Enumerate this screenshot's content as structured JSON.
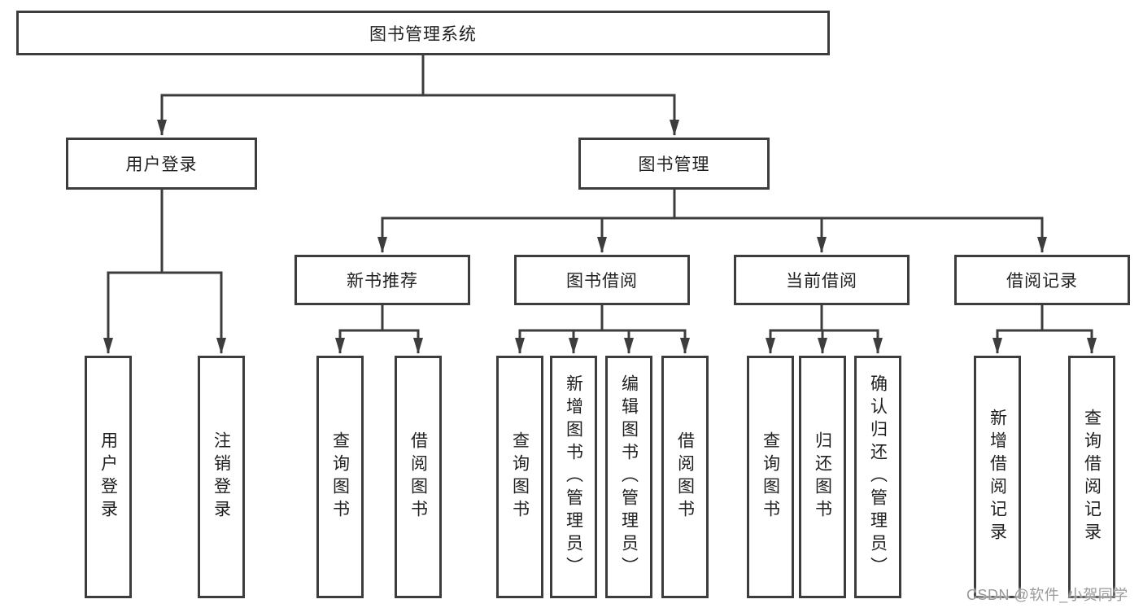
{
  "diagram": {
    "root": {
      "label": "图书管理系统"
    },
    "level2": [
      {
        "id": "user-login",
        "label": "用户登录"
      },
      {
        "id": "book-management",
        "label": "图书管理"
      }
    ],
    "level3": [
      {
        "id": "new-book-recommendation",
        "label": "新书推荐"
      },
      {
        "id": "book-borrowing",
        "label": "图书借阅"
      },
      {
        "id": "current-borrowing",
        "label": "当前借阅"
      },
      {
        "id": "borrowing-records",
        "label": "借阅记录"
      }
    ],
    "leaves": {
      "user_login": [
        {
          "label": "用户登录"
        },
        {
          "label": "注销登录"
        }
      ],
      "new_book_recommendation": [
        {
          "label": "查询图书"
        },
        {
          "label": "借阅图书"
        }
      ],
      "book_borrowing": [
        {
          "label": "查询图书"
        },
        {
          "label": "新增图书（管理员）"
        },
        {
          "label": "编辑图书（管理员）"
        },
        {
          "label": "借阅图书"
        }
      ],
      "current_borrowing": [
        {
          "label": "查询图书"
        },
        {
          "label": "归还图书"
        },
        {
          "label": "确认归还（管理员）"
        }
      ],
      "borrowing_records": [
        {
          "label": "新增借阅记录"
        },
        {
          "label": "查询借阅记录"
        }
      ]
    },
    "watermark": "CSDN @软件_小贺同学",
    "colors": {
      "line": "#3d3d3d",
      "text": "#1f1f1f",
      "box_background": "#ffffff",
      "watermark": "#9a9a9a"
    }
  }
}
